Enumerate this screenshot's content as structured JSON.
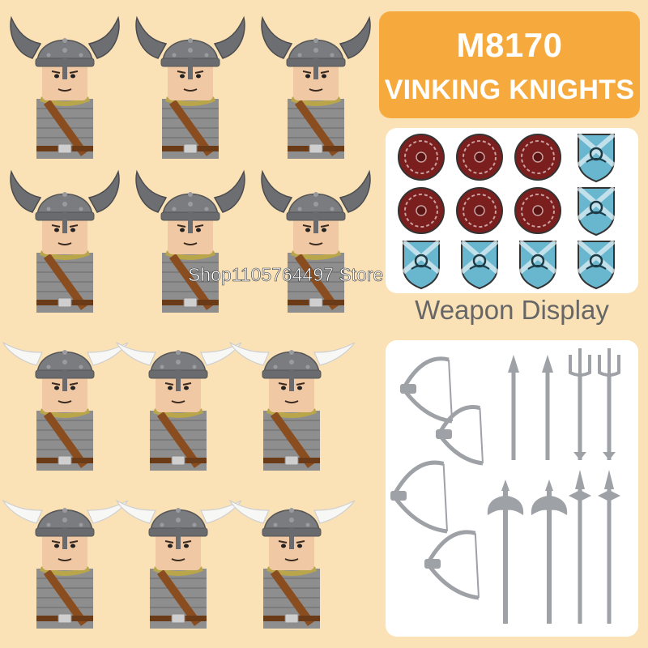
{
  "product": {
    "code": "M8170",
    "name": "VINKING KNIGHTS"
  },
  "sections": {
    "weapon_display": "Weapon Display"
  },
  "watermark": "Shop1105764497 Store",
  "colors": {
    "background": "#fbe2b6",
    "title_box": "#f6aa3e",
    "helmet": "#7b7c80",
    "skin": "#f0c9a4",
    "chainmail": "#8e8e8e",
    "leather": "#8a4d1f",
    "weapons": "#9ea1a6",
    "shield_red": "#7b1e1e",
    "shield_blue": "#69b6cf"
  },
  "figures": [
    {
      "id": "viking-1",
      "horns": "dark"
    },
    {
      "id": "viking-2",
      "horns": "dark"
    },
    {
      "id": "viking-3",
      "horns": "dark"
    },
    {
      "id": "viking-4",
      "horns": "dark"
    },
    {
      "id": "viking-5",
      "horns": "dark"
    },
    {
      "id": "viking-6",
      "horns": "dark"
    },
    {
      "id": "viking-7",
      "horns": "white"
    },
    {
      "id": "viking-8",
      "horns": "white"
    },
    {
      "id": "viking-9",
      "horns": "white"
    },
    {
      "id": "viking-10",
      "horns": "white"
    },
    {
      "id": "viking-11",
      "horns": "white"
    },
    {
      "id": "viking-12",
      "horns": "white"
    }
  ],
  "shields": [
    {
      "type": "round-red"
    },
    {
      "type": "round-red"
    },
    {
      "type": "round-red"
    },
    {
      "type": "kite-blue"
    },
    {
      "type": "round-red"
    },
    {
      "type": "round-red"
    },
    {
      "type": "round-red"
    },
    {
      "type": "kite-blue"
    },
    {
      "type": "kite-blue"
    },
    {
      "type": "kite-blue"
    },
    {
      "type": "kite-blue"
    },
    {
      "type": "kite-blue"
    }
  ],
  "weapons": [
    "bow",
    "bow",
    "spear",
    "spear",
    "trident",
    "trident",
    "bow",
    "bow",
    "axe",
    "axe",
    "halberd",
    "halberd"
  ]
}
